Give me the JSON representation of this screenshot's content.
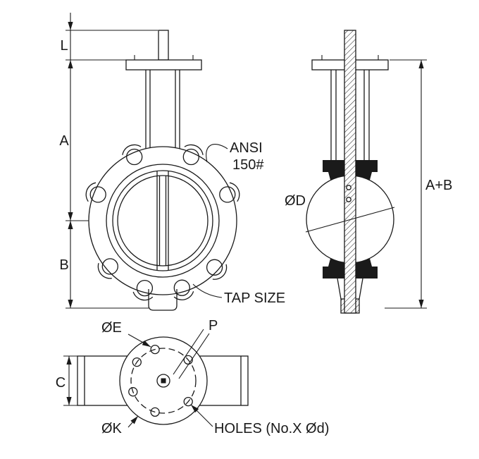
{
  "drawing": {
    "front_view": {
      "dim_l": "L",
      "dim_a": "A",
      "dim_b": "B",
      "flange_note_line1": "ANSI",
      "flange_note_line2": "150#",
      "tap_note": "TAP SIZE"
    },
    "side_view": {
      "disc_diameter": "ØD",
      "dim_total_height": "A+B"
    },
    "bottom_view": {
      "dim_c": "C",
      "bolt_hole_dia": "ØE",
      "flange_dia": "ØK",
      "pitch": "P",
      "holes_note": "HOLES (No.X Ød)"
    },
    "colors": {
      "line": "#1a1a1a",
      "background": "#ffffff"
    }
  }
}
